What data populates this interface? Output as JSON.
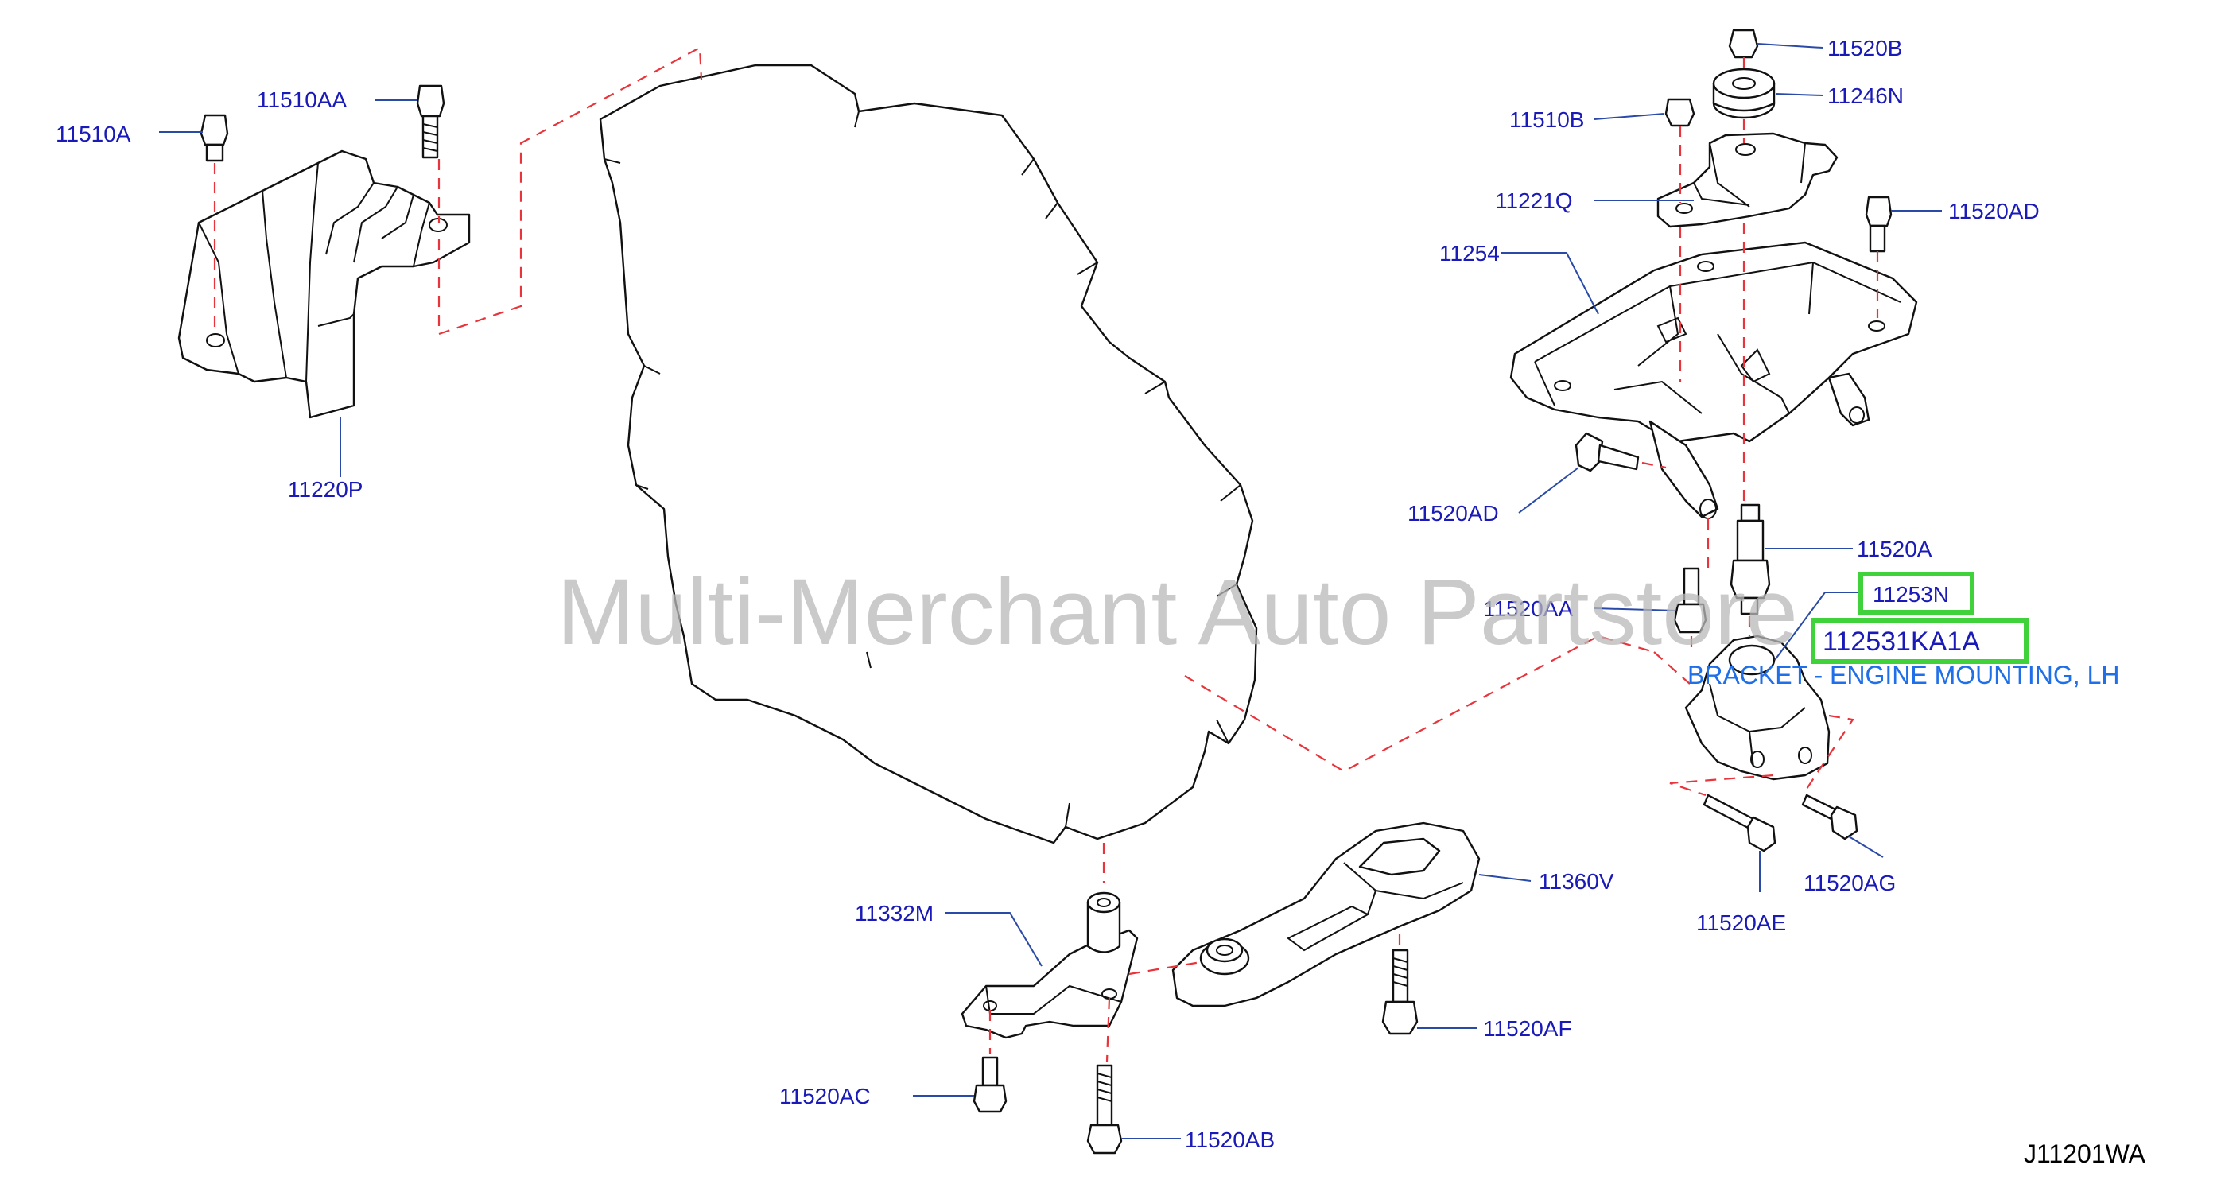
{
  "diagram": {
    "watermark": "Multi-Merchant Auto Partstore",
    "diagram_code": "J11201WA",
    "highlighted": {
      "part_number": "112531KA1A",
      "ref": "11253N",
      "description": "BRACKET - ENGINE MOUNTING, LH"
    },
    "labels": {
      "p11510A": "11510A",
      "p11510AA": "11510AA",
      "p11220P": "11220P",
      "p11520B": "11520B",
      "p11246N": "11246N",
      "p11510B": "11510B",
      "p11221Q": "11221Q",
      "p11520AD_top": "11520AD",
      "p11254": "11254",
      "p11520AD_left": "11520AD",
      "p11520A": "11520A",
      "p11520AA": "11520AA",
      "p11520AE": "11520AE",
      "p11520AG": "11520AG",
      "p11360V": "11360V",
      "p11332M": "11332M",
      "p11520AF": "11520AF",
      "p11520AC": "11520AC",
      "p11520AB": "11520AB"
    }
  }
}
